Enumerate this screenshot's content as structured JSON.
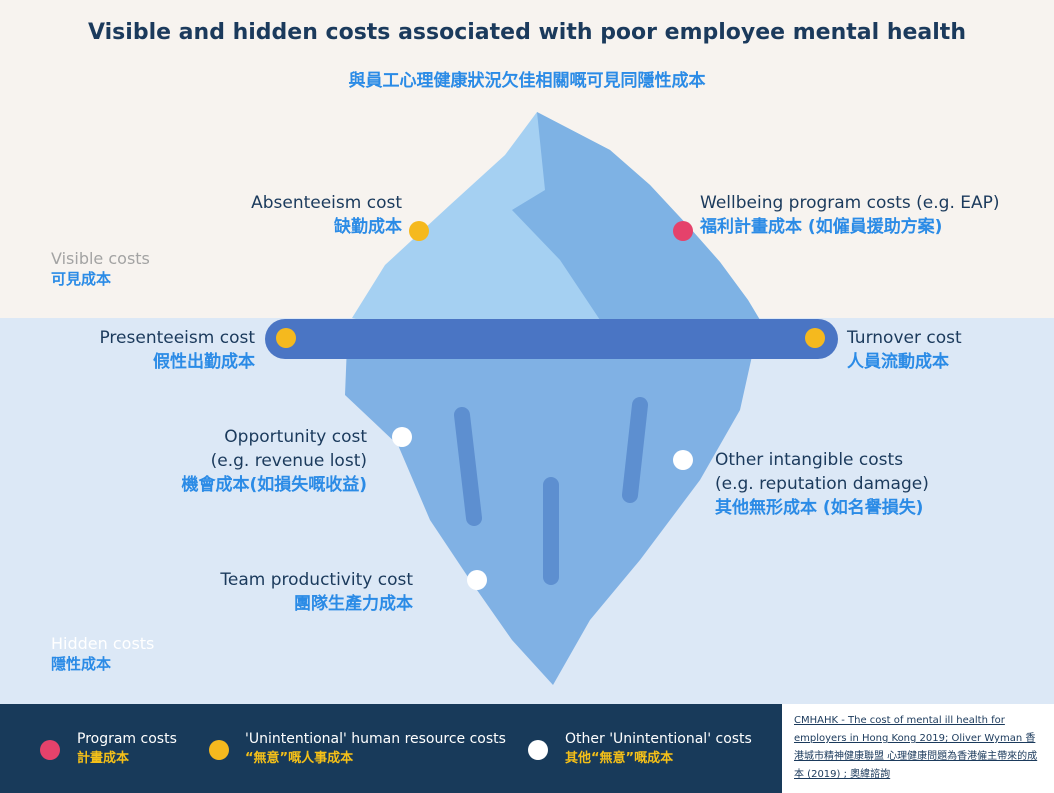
{
  "title": "Visible and hidden costs associated with poor employee mental health",
  "subtitle": "與員工心理健康狀況欠佳相關嘅可見同隱性成本",
  "sections": {
    "visible": {
      "en": "Visible costs",
      "zh": "可見成本"
    },
    "hidden": {
      "en": "Hidden costs",
      "zh": "隱性成本"
    }
  },
  "labels": {
    "absenteeism": {
      "en": "Absenteeism cost",
      "zh": "缺勤成本"
    },
    "wellbeing": {
      "en": "Wellbeing program costs (e.g. EAP)",
      "zh": "福利計畫成本 (如僱員援助方案)"
    },
    "presenteeism": {
      "en": "Presenteeism cost",
      "zh": "假性出勤成本"
    },
    "turnover": {
      "en": "Turnover cost",
      "zh": "人員流動成本"
    },
    "opportunity": {
      "en1": "Opportunity cost",
      "en2": "(e.g. revenue lost)",
      "zh": "機會成本(如損失嘅收益)"
    },
    "intangible": {
      "en1": "Other intangible costs",
      "en2": "(e.g. reputation damage)",
      "zh": "其他無形成本 (如名譽損失)"
    },
    "team": {
      "en": "Team productivity cost",
      "zh": "團隊生產力成本"
    }
  },
  "legend": [
    {
      "en": "Program costs",
      "zh": "計畫成本",
      "color": "#e5426b"
    },
    {
      "en": "'Unintentional' human resource costs",
      "zh": "“無意”嘅人事成本",
      "color": "#f5b91e"
    },
    {
      "en": "Other 'Unintentional' costs",
      "zh": "其他“無意”嘅成本",
      "color": "#ffffff"
    }
  ],
  "source": "CMHAHK - The cost of mental ill health for employers in Hong Kong 2019; Oliver Wyman 香港城市精神健康聯盟 心理健康問題為香港僱主帶來的成本 (2019) ; 奧緯諮詢",
  "colors": {
    "program": "#e5426b",
    "hr": "#f5b91e",
    "other": "#ffffff",
    "iceberg_light": "#a5d0f2",
    "iceberg_mid": "#7eb2e4",
    "waterline": "#4a75c4",
    "title": "#1b3a5c",
    "accent": "#2b8be6"
  }
}
